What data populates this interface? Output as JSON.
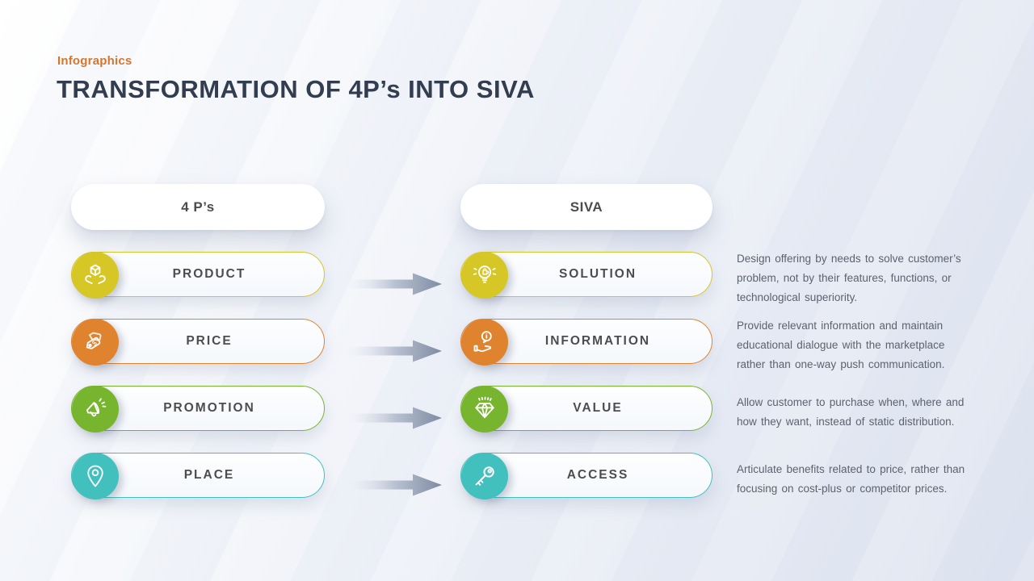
{
  "header": {
    "eyebrow": "Infographics",
    "title": "TRANSFORMATION OF 4P’s INTO SIVA"
  },
  "columns": {
    "left_header": "4 P’s",
    "right_header": "SIVA"
  },
  "rows": [
    {
      "left_label": "PRODUCT",
      "right_label": "SOLUTION",
      "color": "#d6c626",
      "left_icon": "hands-holding-cube-icon",
      "right_icon": "lightbulb-puzzle-icon",
      "description": "Design offering by needs to solve customer’s problem, not by their features, functions, or technological superiority."
    },
    {
      "left_label": "PRICE",
      "right_label": "INFORMATION",
      "color": "#e0832e",
      "left_icon": "price-tags-icon",
      "right_icon": "hand-info-bubble-icon",
      "description": "Provide relevant information and maintain educational dialogue with the marketplace rather than one-way push communication."
    },
    {
      "left_label": "PROMOTION",
      "right_label": "VALUE",
      "color": "#77b52e",
      "left_icon": "megaphone-icon",
      "right_icon": "diamond-icon",
      "description": "Allow customer to purchase when, where and how they want, instead of static distribution."
    },
    {
      "left_label": "PLACE",
      "right_label": "ACCESS",
      "color": "#41c0bd",
      "left_icon": "map-pin-icon",
      "right_icon": "key-icon",
      "description": "Articulate benefits related to price, rather than focusing on cost-plus or competitor prices."
    }
  ],
  "colors": {
    "accent_orange": "#d4762e",
    "title_text": "#323d4f",
    "label_text": "#4d4d4d",
    "description_text": "#5b6270",
    "arrow_dark": "#7e8ba2"
  }
}
